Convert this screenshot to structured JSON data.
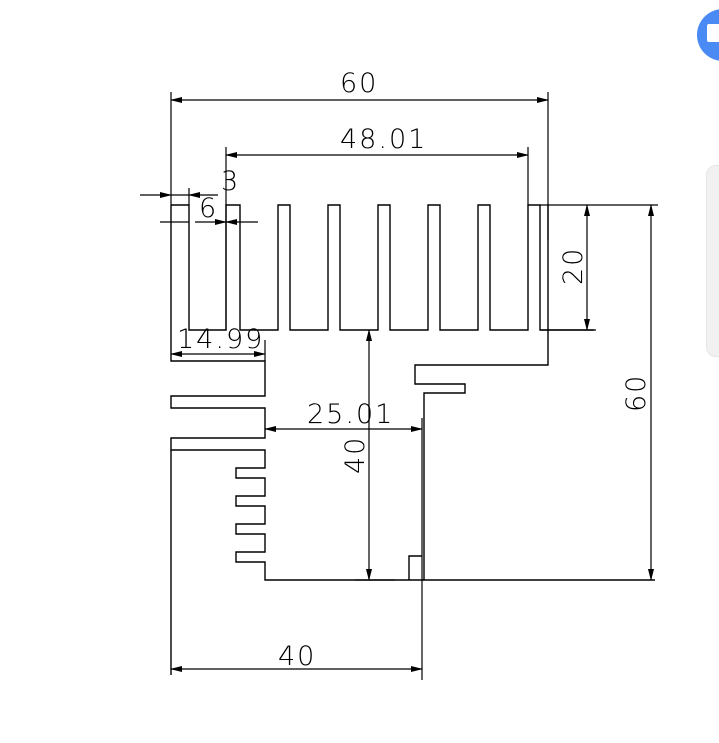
{
  "dimensions": {
    "top_width": "60",
    "fin_span": "48.01",
    "fin_pitch": "3",
    "fin_slot": "6",
    "left_width": "14.99",
    "fin_height": "20",
    "total_height": "60",
    "inner_width": "25.01",
    "inner_height": "40",
    "bottom_width": "40"
  },
  "colors": {
    "line": "#000000",
    "fab": "#4a8af4"
  },
  "icons": {
    "fab": "export-icon"
  }
}
